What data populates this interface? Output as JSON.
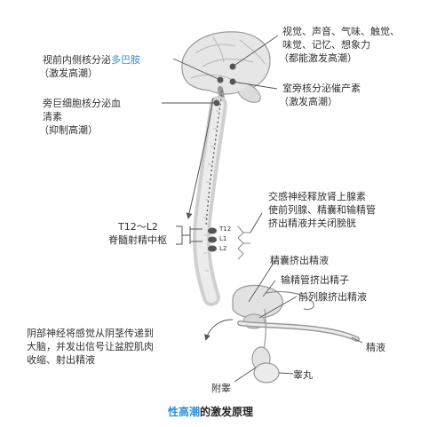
{
  "labels": {
    "senses_line1": "视觉、声音、气味、触觉、",
    "senses_line2": "味觉、记忆、想象力",
    "senses_line3": "（都能激发高潮）",
    "mpoa_prefix": "视前内侧核分泌",
    "mpoa_hormone": "多巴胺",
    "mpoa_note": "（激发高潮）",
    "pvn_line1": "室旁核分泌催产素",
    "pvn_line2": "（激发高潮）",
    "magno_line1": "旁巨细胞核分泌血",
    "magno_line2": "清素",
    "magno_note": "（抑制高潮）",
    "sympathetic_line1": "交感神经释放肾上腺素",
    "sympathetic_line2": "使前列腺、精囊和输精管",
    "sympathetic_line3": "挤出精液并关闭膀胱",
    "center_line1": "T12～L2",
    "center_line2": "脊髓射精中枢",
    "seg_t12": "T12",
    "seg_l1": "L1",
    "seg_l2": "L2",
    "seminal_vesicle": "精囊挤出精液",
    "vas_deferens": "输精管挤出精子",
    "prostate": "前列腺挤出精液",
    "pudendal_line1": "阴部神经将感觉从阴茎传递到",
    "pudendal_line2": "大脑，并发出信号让盆腔肌肉",
    "pudendal_line3": "收缩、射出精液",
    "semen": "精液",
    "epididymis": "附睾",
    "testis": "睾丸"
  },
  "caption": {
    "highlight": "性高潮",
    "rest": "的激发原理"
  },
  "colors": {
    "accent": "#2f8fd8",
    "line": "#555555",
    "anatomy": "#bfbfbf"
  }
}
